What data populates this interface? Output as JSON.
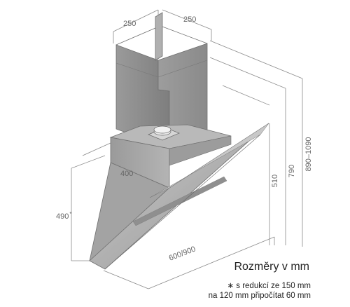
{
  "dimensions": {
    "chimney_width_left": "250",
    "chimney_width_right": "250",
    "hood_depth": "400",
    "hood_height": "490",
    "hood_height_mark": "*",
    "hood_width": "600/900",
    "height_510": "510",
    "height_790": "790",
    "height_range": "890–1090"
  },
  "legend": {
    "title": "Rozměry v mm",
    "note_line1": "∗ s redukcí ze 150 mm",
    "note_line2": "na 120 mm připočítat 60 mm"
  },
  "colors": {
    "line": "#777777",
    "dim_text": "#666666",
    "metal_dark": "#8c8c8c",
    "metal_mid": "#a8a8a8",
    "metal_light": "#c4c4c4",
    "glass": "#b8b8b8"
  }
}
